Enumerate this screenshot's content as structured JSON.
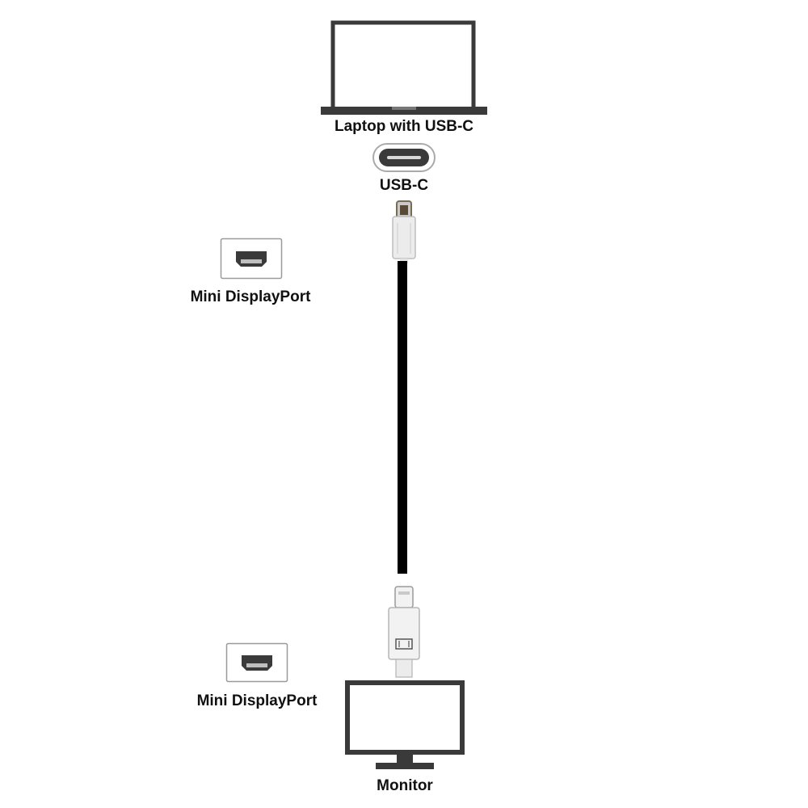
{
  "labels": {
    "laptop": "Laptop with USB-C",
    "usbc_port": "USB-C",
    "mdp_port_top": "Mini DisplayPort",
    "mdp_port_bottom": "Mini DisplayPort",
    "monitor": "Monitor"
  },
  "icons": {
    "laptop": "laptop-icon",
    "usbc_port": "usb-c-port-icon",
    "usbc_plug": "usb-c-plug-icon",
    "cable": "cable",
    "mdp_plug": "mini-displayport-plug-icon",
    "mdp_port_top": "mini-displayport-port-icon",
    "mdp_port_bottom": "mini-displayport-port-icon",
    "monitor": "monitor-icon"
  },
  "colors": {
    "outline": "#3a3a3a",
    "cable": "#000000",
    "plug": "#e8e8e8"
  }
}
